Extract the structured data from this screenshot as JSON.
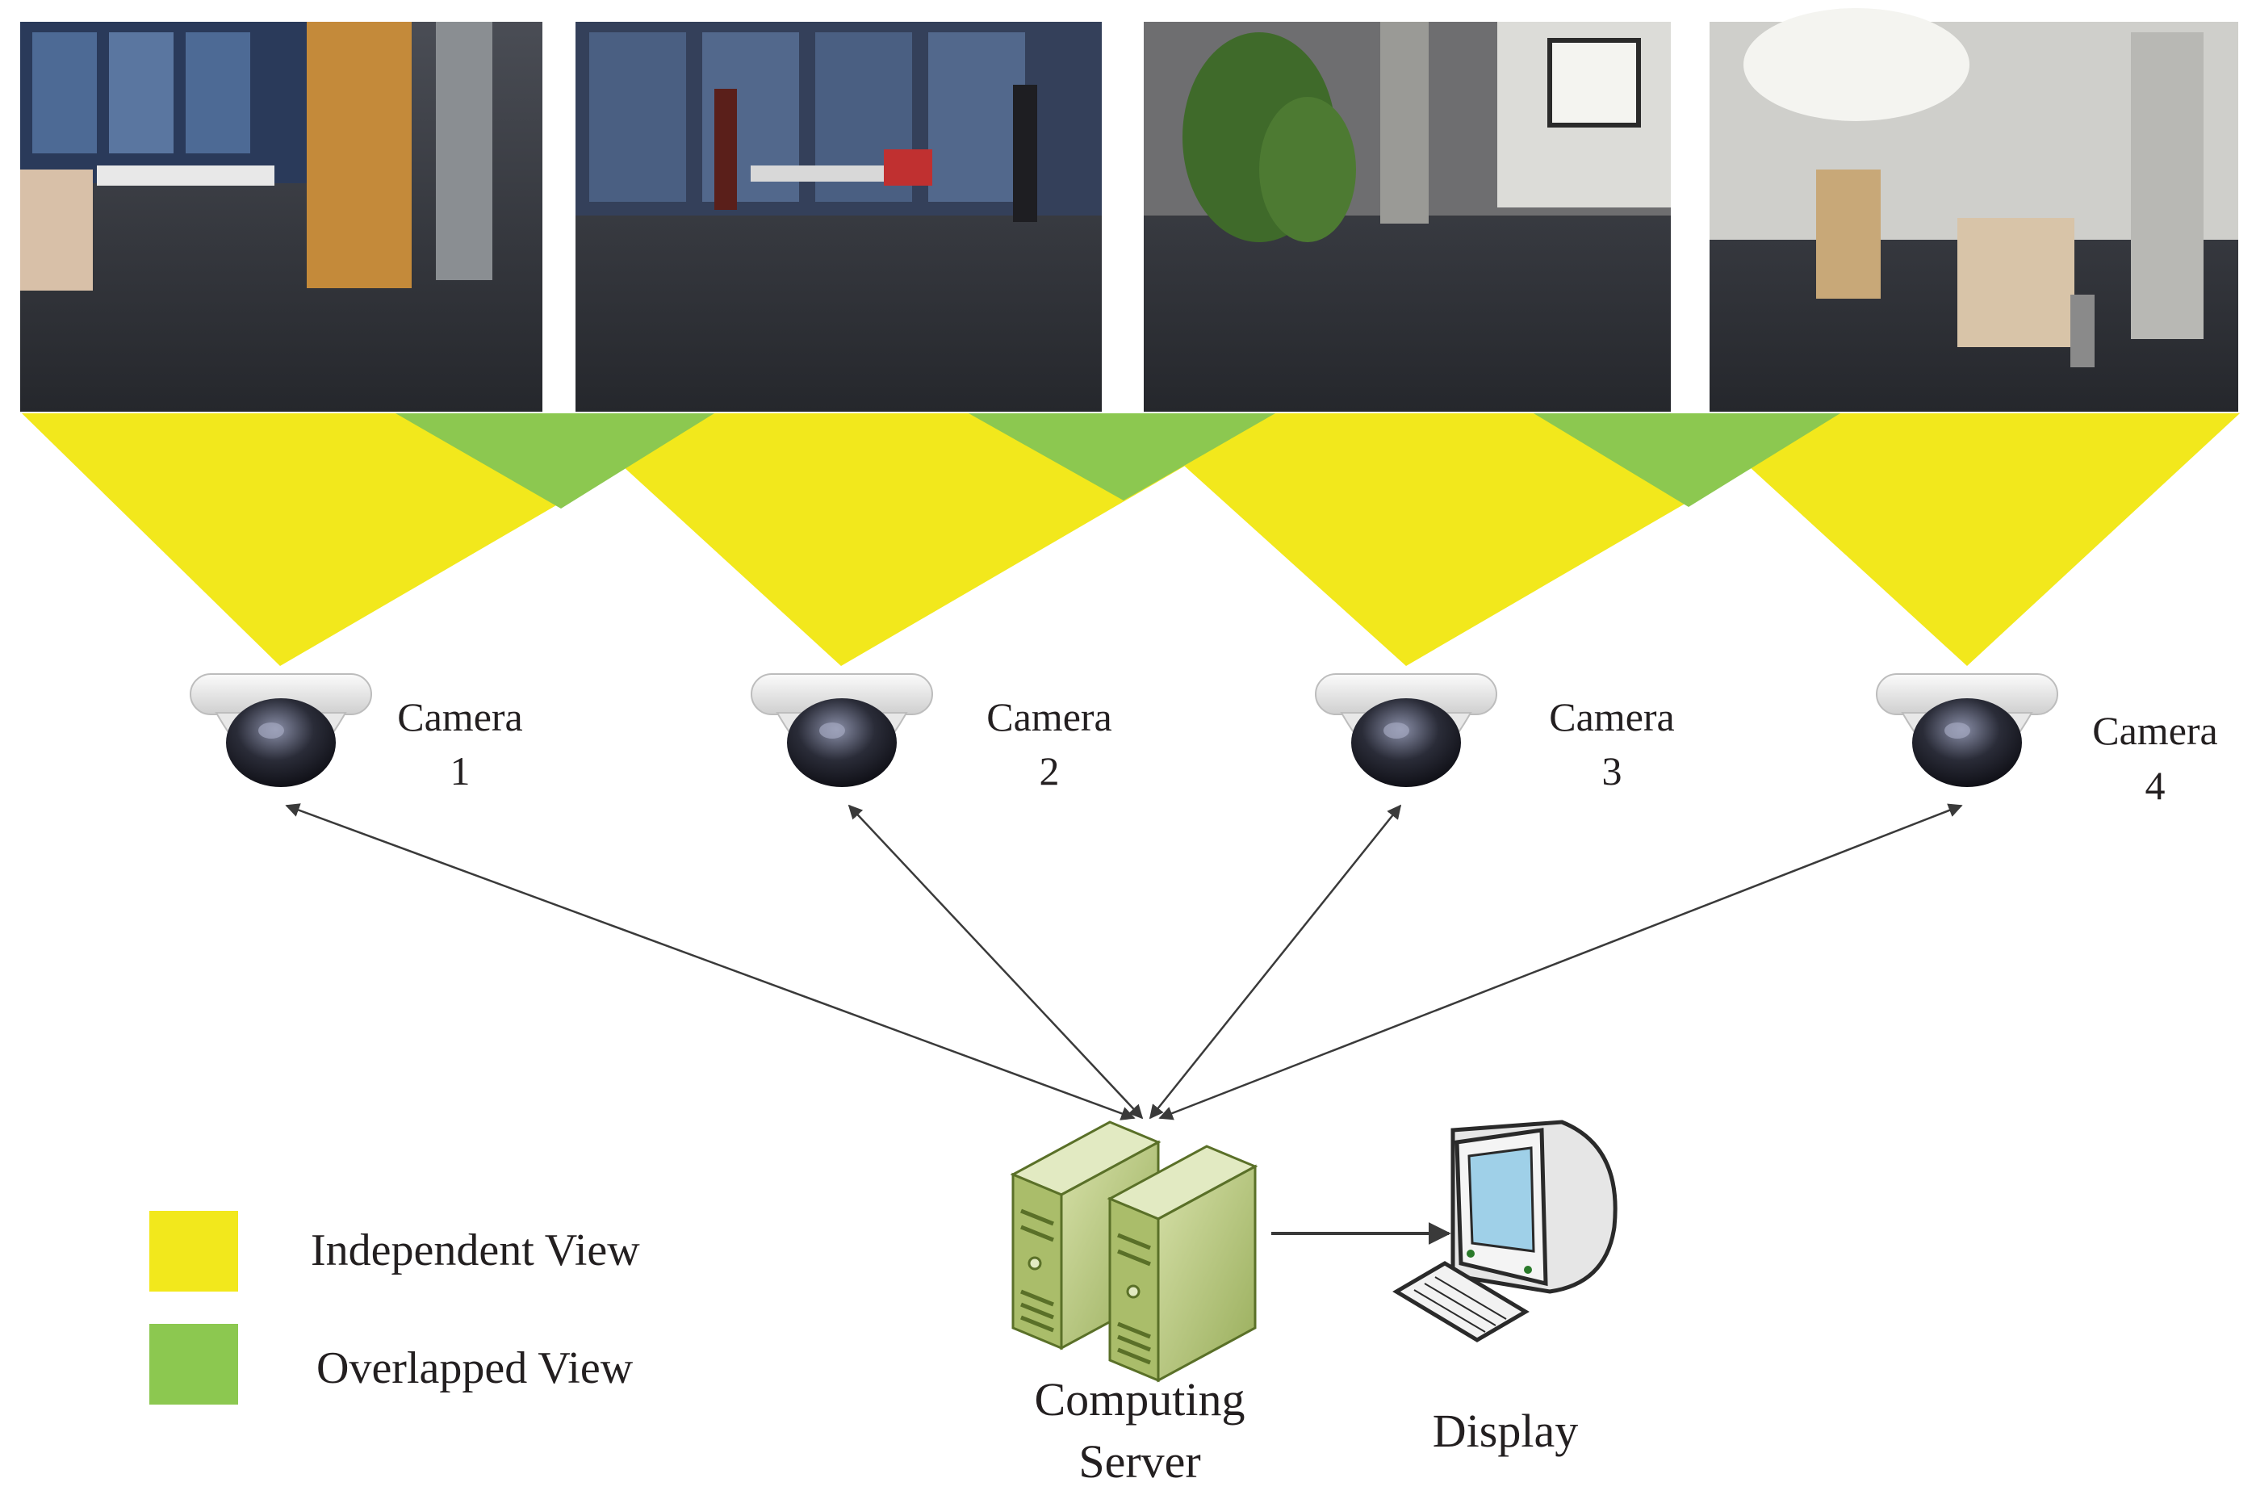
{
  "colors": {
    "independent_view": "#f2e81c",
    "overlapped_view": "#8cc850",
    "server_body": "#b8c87a",
    "server_dark": "#6f8a36",
    "arrow": "#3a3a3a"
  },
  "photos": [
    {
      "name": "room-view-photo-1",
      "icon": "office-room-photo"
    },
    {
      "name": "room-view-photo-2",
      "icon": "office-people-photo"
    },
    {
      "name": "room-view-photo-3",
      "icon": "corridor-plant-photo"
    },
    {
      "name": "room-view-photo-4",
      "icon": "lecture-room-photo"
    }
  ],
  "cameras": [
    {
      "line1": "Camera",
      "line2": "1",
      "icon": "dome-camera-icon"
    },
    {
      "line1": "Camera",
      "line2": "2",
      "icon": "dome-camera-icon"
    },
    {
      "line1": "Camera",
      "line2": "3",
      "icon": "dome-camera-icon"
    },
    {
      "line1": "Camera",
      "line2": "4",
      "icon": "dome-camera-icon"
    }
  ],
  "server": {
    "line1": "Computing",
    "line2": "Server",
    "icon": "server-tower-icon"
  },
  "display": {
    "label": "Display",
    "icon": "computer-monitor-icon"
  },
  "legend": {
    "independent": "Independent View",
    "overlapped": "Overlapped View"
  }
}
